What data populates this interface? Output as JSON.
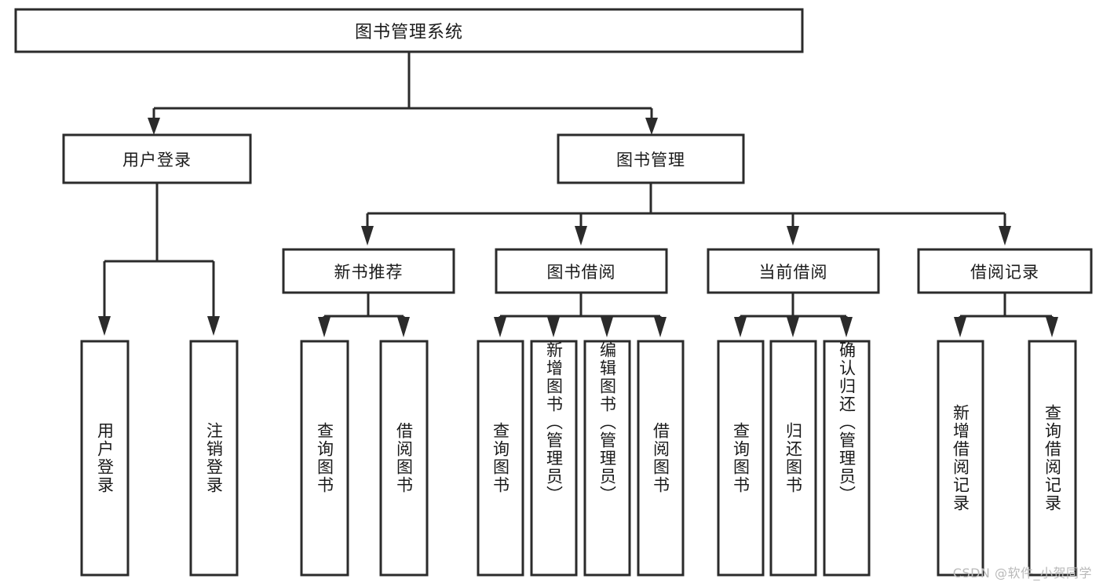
{
  "diagram": {
    "title": "图书管理系统",
    "type": "tree-hierarchy",
    "watermark": "CSDN @软件_小贺同学",
    "colors": {
      "background": "#ffffff",
      "box_fill": "#ffffff",
      "box_stroke": "#2b2b2b",
      "text": "#1a1a1a",
      "watermark": "#b9b9b9"
    },
    "root": {
      "label": "图书管理系统",
      "orientation": "horizontal"
    },
    "level2": [
      {
        "label": "用户登录",
        "orientation": "horizontal"
      },
      {
        "label": "图书管理",
        "orientation": "horizontal"
      }
    ],
    "level3": [
      {
        "label": "新书推荐",
        "orientation": "horizontal"
      },
      {
        "label": "图书借阅",
        "orientation": "horizontal"
      },
      {
        "label": "当前借阅",
        "orientation": "horizontal"
      },
      {
        "label": "借阅记录",
        "orientation": "horizontal"
      }
    ],
    "leaves": {
      "user_login": [
        {
          "label": "用户登录",
          "orientation": "vertical"
        },
        {
          "label": "注销登录",
          "orientation": "vertical"
        }
      ],
      "new_book_recommend": [
        {
          "label": "查询图书",
          "orientation": "vertical"
        },
        {
          "label": "借阅图书",
          "orientation": "vertical"
        }
      ],
      "book_borrow": [
        {
          "label": "查询图书",
          "orientation": "vertical"
        },
        {
          "label": "新增图书（管理员）",
          "orientation": "vertical"
        },
        {
          "label": "编辑图书（管理员）",
          "orientation": "vertical"
        },
        {
          "label": "借阅图书",
          "orientation": "vertical"
        }
      ],
      "current_borrow": [
        {
          "label": "查询图书",
          "orientation": "vertical"
        },
        {
          "label": "归还图书",
          "orientation": "vertical"
        },
        {
          "label": "确认归还（管理员）",
          "orientation": "vertical"
        }
      ],
      "borrow_record": [
        {
          "label": "新增借阅记录",
          "orientation": "vertical"
        },
        {
          "label": "查询借阅记录",
          "orientation": "vertical"
        }
      ]
    }
  }
}
